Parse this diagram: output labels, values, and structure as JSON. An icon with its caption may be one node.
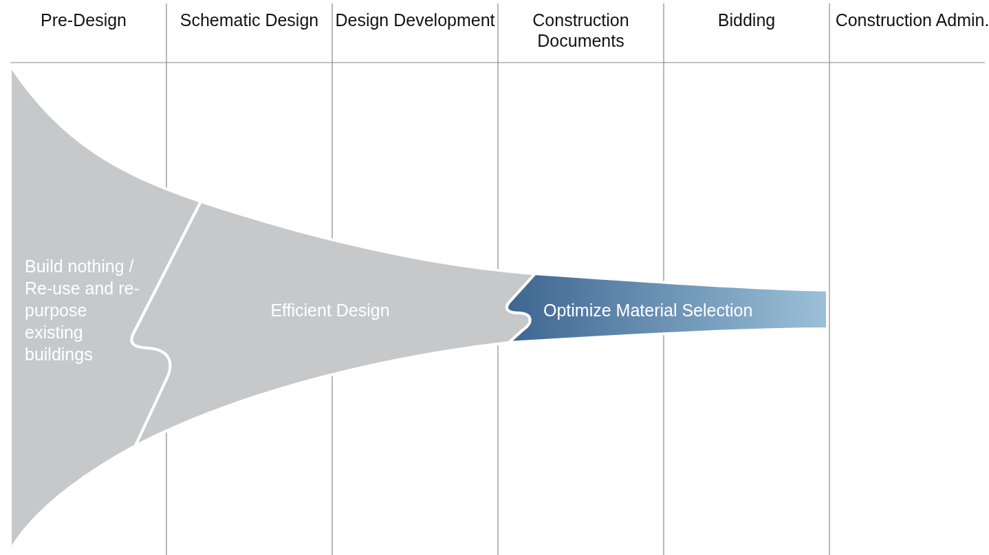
{
  "diagram": {
    "nodes": [
      {
        "text": [
          "Build nothing / Re-use and re-purpose existing buildings"
        ]
      },
      {
        "text": [
          "Efficient Design"
        ]
      },
      {
        "text": [
          "Optimize Material Selection"
        ]
      }
    ],
    "labels": [
      "Pre-Design",
      "Schematic Design",
      "Design Development",
      "Construction Documents",
      "Bidding",
      "Construction Admin."
    ]
  }
}
